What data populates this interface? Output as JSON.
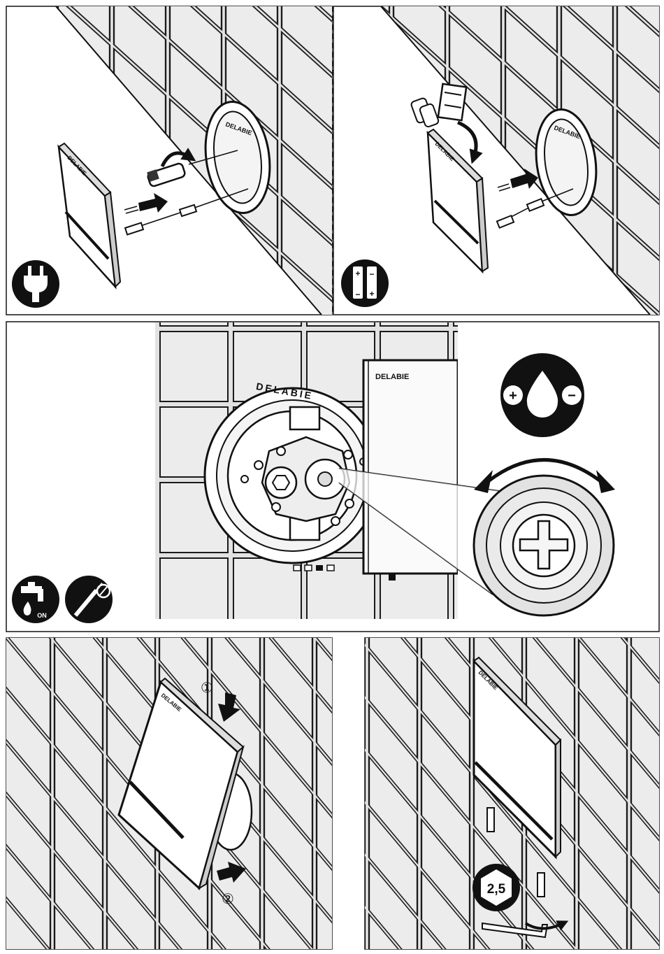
{
  "brand": {
    "logo_text": "DELABIE",
    "ring_text": "DELABIE"
  },
  "steps": {
    "step1": {
      "marker": "①"
    },
    "step2": {
      "marker": "②"
    }
  },
  "badges": {
    "water_on": "ON",
    "hex_key_size": "2,5",
    "plus_sign": "+",
    "minus_sign": "−"
  },
  "icons": {
    "power": "power-plug-icon",
    "battery": "battery-icon",
    "water": "water-flow-adjust-icon",
    "tap": "tap-on-icon",
    "tool": "screwdriver-icon",
    "hex": "hex-key-icon"
  }
}
